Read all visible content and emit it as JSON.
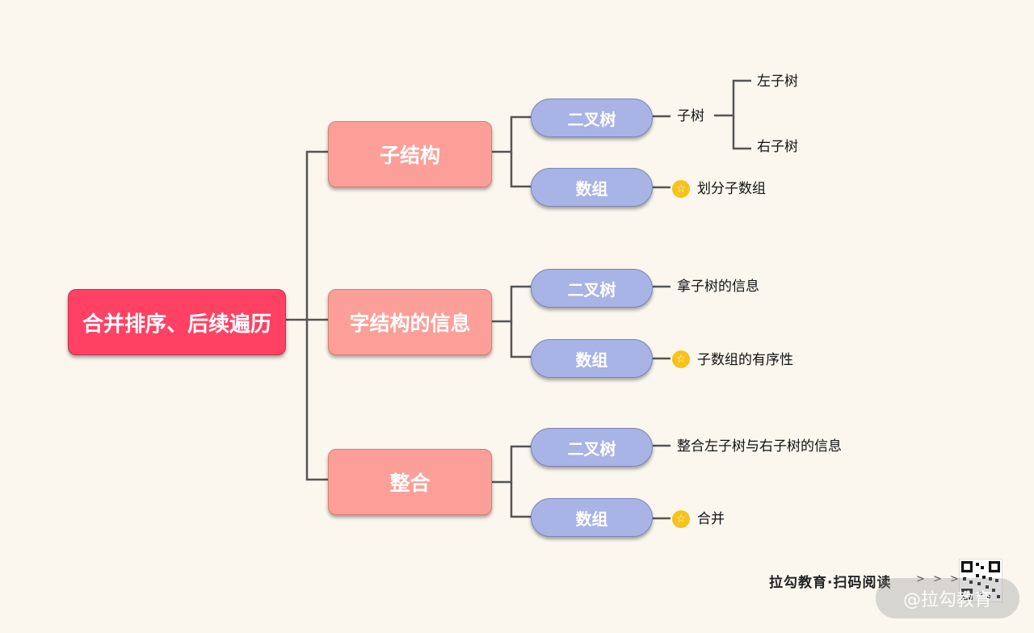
{
  "root": {
    "label": "合并排序、后续遍历"
  },
  "branches": [
    {
      "label": "子结构",
      "children": [
        {
          "label": "二叉树",
          "leaf": "子树",
          "subleaves": [
            "左子树",
            "右子树"
          ]
        },
        {
          "label": "数组",
          "leaf": "划分子数组",
          "starred": true
        }
      ]
    },
    {
      "label": "字结构的信息",
      "children": [
        {
          "label": "二叉树",
          "leaf": "拿子树的信息"
        },
        {
          "label": "数组",
          "leaf": "子数组的有序性",
          "starred": true
        }
      ]
    },
    {
      "label": "整合",
      "children": [
        {
          "label": "二叉树",
          "leaf": "整合左子树与右子树的信息"
        },
        {
          "label": "数组",
          "leaf": "合并",
          "starred": true
        }
      ]
    }
  ],
  "footer": {
    "text": "拉勾教育·扫码阅读",
    "arrows": "> > >",
    "watermark": "@拉勾教育"
  },
  "icons": {
    "star": "star-icon",
    "qr": "qr-code-icon"
  },
  "colors": {
    "root": "#ff4164",
    "level1": "#fb9f98",
    "level2": "#a8b3e6",
    "star": "#f7c21b",
    "connector": "#555555",
    "background": "#fbf7ef"
  }
}
